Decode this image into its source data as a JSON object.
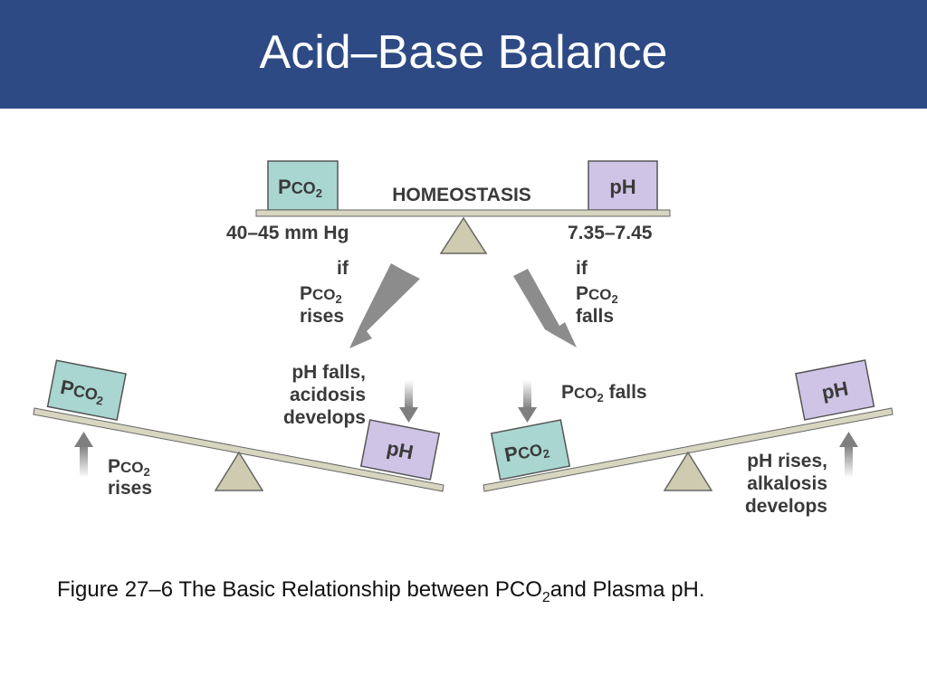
{
  "header": {
    "title": "Acid–Base Balance"
  },
  "diagram": {
    "top": {
      "left_box": {
        "main": "P",
        "sub_main": "CO",
        "sub": "2"
      },
      "right_box": "pH",
      "center_label": "HOMEOSTASIS",
      "left_range": "40–45 mm Hg",
      "right_range": "7.35–7.45"
    },
    "left_branch": {
      "arrow_text": {
        "line1": "if",
        "p": "P",
        "co": "CO",
        "sub": "2",
        "line3": "rises"
      },
      "effect": {
        "line1": "pH falls,",
        "line2": "acidosis",
        "line3": "develops"
      },
      "box_low": {
        "p": "P",
        "co": "CO",
        "sub": "2"
      },
      "box_high": "pH",
      "rise_label": {
        "p": "P",
        "co": "CO",
        "sub": "2",
        "line2": "rises"
      }
    },
    "right_branch": {
      "arrow_text": {
        "line1": "if",
        "p": "P",
        "co": "CO",
        "sub": "2",
        "line3": "falls"
      },
      "fall_label": {
        "p": "P",
        "co": "CO",
        "sub": "2",
        "rest": " falls"
      },
      "box_low": {
        "p": "P",
        "co": "CO",
        "sub": "2"
      },
      "box_high": "pH",
      "effect": {
        "line1": "pH rises,",
        "line2": "alkalosis",
        "line3": "develops"
      }
    },
    "colors": {
      "pco2_box": "#a9d6d0",
      "ph_box": "#cfc4e6",
      "beam": "#d8d6c0",
      "fulcrum": "#cfcbb0",
      "arrow": "#8c8c8c"
    }
  },
  "caption": {
    "pre": "Figure 27–6 The Basic Relationship between PCO",
    "sub": "2",
    "post": "and Plasma pH."
  }
}
